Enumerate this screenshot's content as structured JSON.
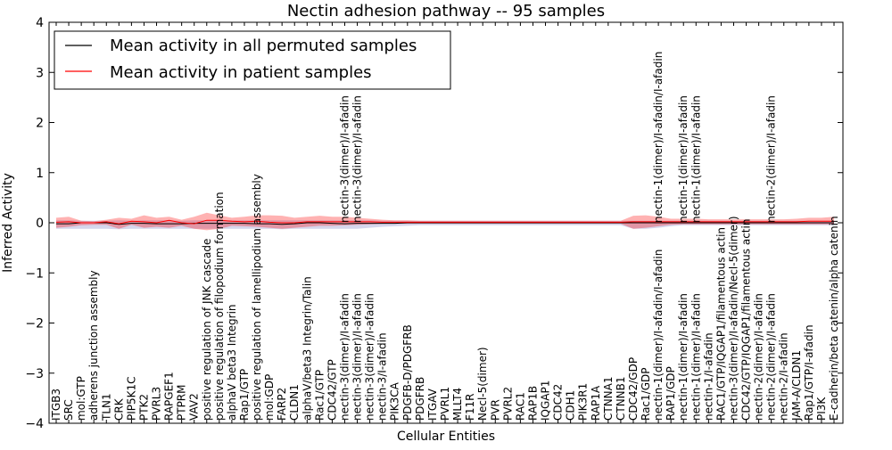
{
  "chart_data": {
    "type": "line",
    "title": "Nectin adhesion pathway -- 95 samples",
    "xlabel": "Cellular Entities",
    "ylabel": "Inferred Activity",
    "ylim": [
      -4,
      4
    ],
    "yticks": [
      "4",
      "3",
      "2",
      "1",
      "0",
      "−1",
      "−2",
      "−3",
      "−4"
    ],
    "ytick_values": [
      4,
      3,
      2,
      1,
      0,
      -1,
      -2,
      -3,
      -4
    ],
    "grid": false,
    "legend_position": "top-left",
    "categories": [
      "ITGB3",
      "SRC",
      "mol:GTP",
      "adherens junction assembly",
      "TLN1",
      "CRK",
      "PIP5K1C",
      "PTK2",
      "PVRL3",
      "RAPGEF1",
      "PTPRM",
      "VAV2",
      "positive regulation of JNK cascade",
      "positive regulation of filopodium formation",
      "alphaV beta3 Integrin",
      "Rap1/GTP",
      "positive regulation of lamellipodium assembly",
      "mol:GDP",
      "FARP2",
      "CLDN1",
      "alphaV/beta3 Integrin/Talin",
      "Rac1/GTP",
      "CDC42/GTP",
      "nectin-3(dimer)/I-afadin",
      "nectin-3(dimer)/I-afadin",
      "nectin-3(dimer)/I-afadin",
      "nectin-3/I-afadin",
      "PIK3CA",
      "PDGFB-D/PDGFRB",
      "PDGFRB",
      "ITGAV",
      "PVRL1",
      "MLLT4",
      "F11R",
      "Necl-5(dimer)",
      "PVR",
      "PVRL2",
      "RAC1",
      "RAP1B",
      "IQGAP1",
      "CDC42",
      "CDH1",
      "PIK3R1",
      "RAP1A",
      "CTNNA1",
      "CTNNB1",
      "CDC42/GDP",
      "Rac1/GDP",
      "nectin-1(dimer)/I-afadin/I-afadin",
      "RAP1/GDP",
      "nectin-1(dimer)/I-afadin",
      "nectin-1(dimer)/I-afadin",
      "nectin-1/I-afadin",
      "RAC1/GTP/IQGAP1/filamentous actin",
      "nectin-3(dimer)/I-afadin/Necl-5(dimer)",
      "CDC42/GTP/IQGAP1/filamentous actin",
      "nectin-2(dimer)/I-afadin",
      "nectin-2(dimer)/I-afadin",
      "nectin-2/I-afadin",
      "JAM-A/CLDN1",
      "Rap1/GTP/I-afadin",
      "PI3K",
      "E-cadherin/beta catenin/alpha catenin"
    ],
    "topLabels": [
      {
        "index": 23,
        "text": "nectin-3(dimer)/I-afadin"
      },
      {
        "index": 24,
        "text": "nectin-3(dimer)/I-afadin"
      },
      {
        "index": 48,
        "text": "nectin-1(dimer)/I-afadin/I-afadin"
      },
      {
        "index": 50,
        "text": "nectin-1(dimer)/I-afadin"
      },
      {
        "index": 51,
        "text": "nectin-1(dimer)/I-afadin"
      },
      {
        "index": 57,
        "text": "nectin-2(dimer)/I-afadin"
      }
    ],
    "series": [
      {
        "name": "Mean activity in all permuted samples",
        "color": "#000000",
        "values": [
          -0.02,
          -0.02,
          0,
          0,
          0,
          -0.03,
          -0.01,
          -0.01,
          -0.02,
          -0.02,
          -0.02,
          -0.01,
          -0.01,
          -0.01,
          -0.01,
          -0.01,
          -0.02,
          -0.02,
          -0.03,
          -0.02,
          0,
          0,
          -0.01,
          -0.02,
          -0.01,
          -0.01,
          -0.01,
          -0.01,
          0,
          0,
          0,
          0,
          0,
          0,
          0,
          0,
          0,
          0,
          0,
          0,
          0,
          0,
          0,
          0,
          0,
          0,
          0,
          0,
          0,
          0,
          0,
          0,
          0,
          0,
          0,
          0,
          0,
          0,
          0,
          0,
          0,
          0,
          0
        ]
      },
      {
        "name": "Mean activity in patient samples",
        "color": "#ff0000",
        "values": [
          0.01,
          0.02,
          0,
          0,
          0.02,
          -0.02,
          0.03,
          0.02,
          0,
          0.05,
          0,
          -0.02,
          0.05,
          0.05,
          0.03,
          0.02,
          0.03,
          0.01,
          0,
          0,
          0.02,
          0.02,
          0.02,
          0.02,
          0.02,
          0.02,
          0.01,
          0.01,
          0.01,
          0.01,
          0.01,
          0.01,
          0.01,
          0.01,
          0.01,
          0.01,
          0.01,
          0.01,
          0.01,
          0.01,
          0.01,
          0.01,
          0.01,
          0.01,
          0.01,
          0.01,
          0.02,
          0.02,
          0.02,
          0.02,
          0.02,
          0.02,
          0.02,
          0.02,
          0.02,
          0.02,
          0.02,
          0.02,
          0.02,
          0.02,
          0.03,
          0.03,
          0.03
        ]
      }
    ],
    "band_patient": {
      "color": "#ff0000",
      "upper": [
        0.1,
        0.12,
        0.04,
        0.03,
        0.06,
        0.1,
        0.08,
        0.15,
        0.1,
        0.12,
        0.06,
        0.12,
        0.2,
        0.15,
        0.1,
        0.12,
        0.15,
        0.15,
        0.14,
        0.1,
        0.12,
        0.14,
        0.12,
        0.12,
        0.1,
        0.08,
        0.06,
        0.05,
        0.05,
        0.04,
        0.04,
        0.04,
        0.04,
        0.04,
        0.04,
        0.04,
        0.04,
        0.04,
        0.04,
        0.04,
        0.04,
        0.04,
        0.04,
        0.04,
        0.04,
        0.04,
        0.14,
        0.15,
        0.12,
        0.08,
        0.08,
        0.08,
        0.07,
        0.07,
        0.07,
        0.07,
        0.07,
        0.07,
        0.07,
        0.08,
        0.1,
        0.1,
        0.12
      ],
      "lower": [
        -0.1,
        -0.08,
        -0.05,
        -0.04,
        -0.04,
        -0.12,
        -0.04,
        -0.1,
        -0.08,
        -0.1,
        -0.06,
        -0.12,
        -0.15,
        -0.12,
        -0.06,
        -0.07,
        -0.08,
        -0.1,
        -0.12,
        -0.1,
        -0.08,
        -0.06,
        -0.06,
        -0.05,
        -0.04,
        -0.03,
        -0.02,
        -0.02,
        -0.02,
        -0.02,
        -0.02,
        -0.02,
        -0.02,
        -0.02,
        -0.02,
        -0.02,
        -0.02,
        -0.02,
        -0.02,
        -0.02,
        -0.02,
        -0.02,
        -0.02,
        -0.02,
        -0.02,
        -0.02,
        -0.12,
        -0.1,
        -0.07,
        -0.04,
        -0.03,
        -0.03,
        -0.03,
        -0.03,
        -0.03,
        -0.03,
        -0.03,
        -0.03,
        -0.03,
        -0.03,
        -0.03,
        -0.03,
        -0.03
      ]
    },
    "band_permuted": {
      "color": "#b9bbe0",
      "upper": [
        0.05,
        0.05,
        0.04,
        0.04,
        0.04,
        0.05,
        0.04,
        0.05,
        0.05,
        0.05,
        0.04,
        0.05,
        0.05,
        0.05,
        0.05,
        0.05,
        0.05,
        0.05,
        0.05,
        0.05,
        0.05,
        0.05,
        0.05,
        0.05,
        0.05,
        0.05,
        0.04,
        0.04,
        0.04,
        0.04,
        0.04,
        0.04,
        0.04,
        0.04,
        0.04,
        0.04,
        0.04,
        0.04,
        0.04,
        0.04,
        0.04,
        0.04,
        0.04,
        0.04,
        0.04,
        0.04,
        0.04,
        0.04,
        0.04,
        0.04,
        0.04,
        0.04,
        0.04,
        0.04,
        0.04,
        0.04,
        0.04,
        0.04,
        0.04,
        0.04,
        0.04,
        0.04,
        0.04
      ],
      "lower": [
        -0.12,
        -0.12,
        -0.12,
        -0.12,
        -0.12,
        -0.13,
        -0.12,
        -0.12,
        -0.12,
        -0.12,
        -0.12,
        -0.12,
        -0.12,
        -0.12,
        -0.12,
        -0.12,
        -0.12,
        -0.12,
        -0.13,
        -0.12,
        -0.12,
        -0.12,
        -0.12,
        -0.12,
        -0.12,
        -0.1,
        -0.08,
        -0.07,
        -0.06,
        -0.05,
        -0.05,
        -0.05,
        -0.05,
        -0.05,
        -0.05,
        -0.05,
        -0.05,
        -0.05,
        -0.05,
        -0.05,
        -0.05,
        -0.05,
        -0.05,
        -0.05,
        -0.05,
        -0.05,
        -0.12,
        -0.12,
        -0.1,
        -0.07,
        -0.05,
        -0.05,
        -0.05,
        -0.05,
        -0.05,
        -0.05,
        -0.05,
        -0.05,
        -0.05,
        -0.05,
        -0.05,
        -0.05,
        -0.05
      ]
    }
  }
}
